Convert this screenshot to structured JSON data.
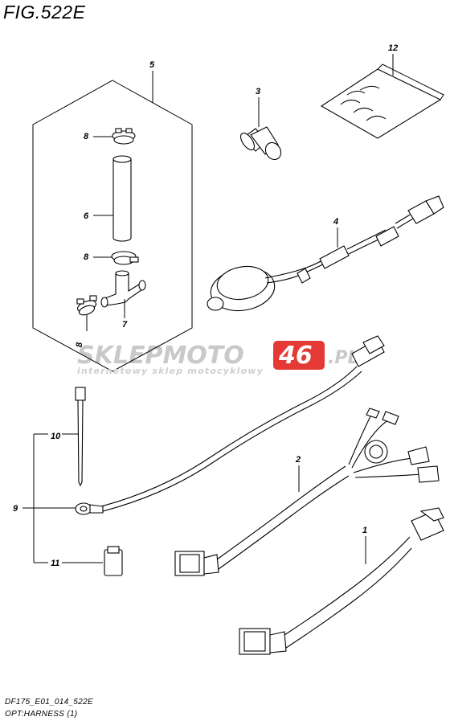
{
  "header": {
    "title": "FIG.522E"
  },
  "footer": {
    "line1": "DF175_E01_014_522E",
    "line2": "OPT:HARNESS (1)"
  },
  "watermark": {
    "logo_left": "SKLEPMOTO",
    "logo_num": "46",
    "logo_ext": ".PL",
    "tagline": "internetowy sklep motocyklowy",
    "colors": {
      "gray": "#bdbdbd",
      "red": "#e53935"
    }
  },
  "callouts": {
    "c1": "1",
    "c2": "2",
    "c3": "3",
    "c4": "4",
    "c5": "5",
    "c6": "6",
    "c7": "7",
    "c8a": "8",
    "c8b": "8",
    "c8c": "8",
    "c9": "9",
    "c10": "10",
    "c11": "11",
    "c12": "12"
  }
}
